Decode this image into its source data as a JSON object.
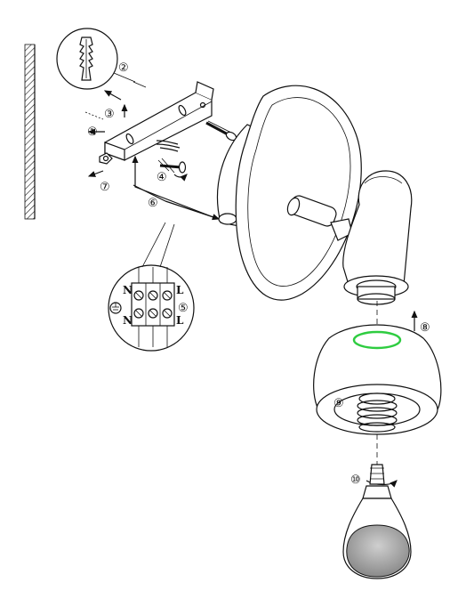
{
  "steps": {
    "s1": "①",
    "s2": "②",
    "s3": "③",
    "s4": "④",
    "s5": "⑤",
    "s6": "⑥",
    "s7": "⑦",
    "s8": "⑧",
    "s9": "⑨",
    "s10": "⑩"
  },
  "terminal": {
    "n_top": "N",
    "l_top": "L",
    "n_bottom": "N",
    "l_bottom": "L"
  },
  "colors": {
    "line": "#111111",
    "highlight": "#2ecc40",
    "bulb_shade": "#9a9a9a"
  }
}
